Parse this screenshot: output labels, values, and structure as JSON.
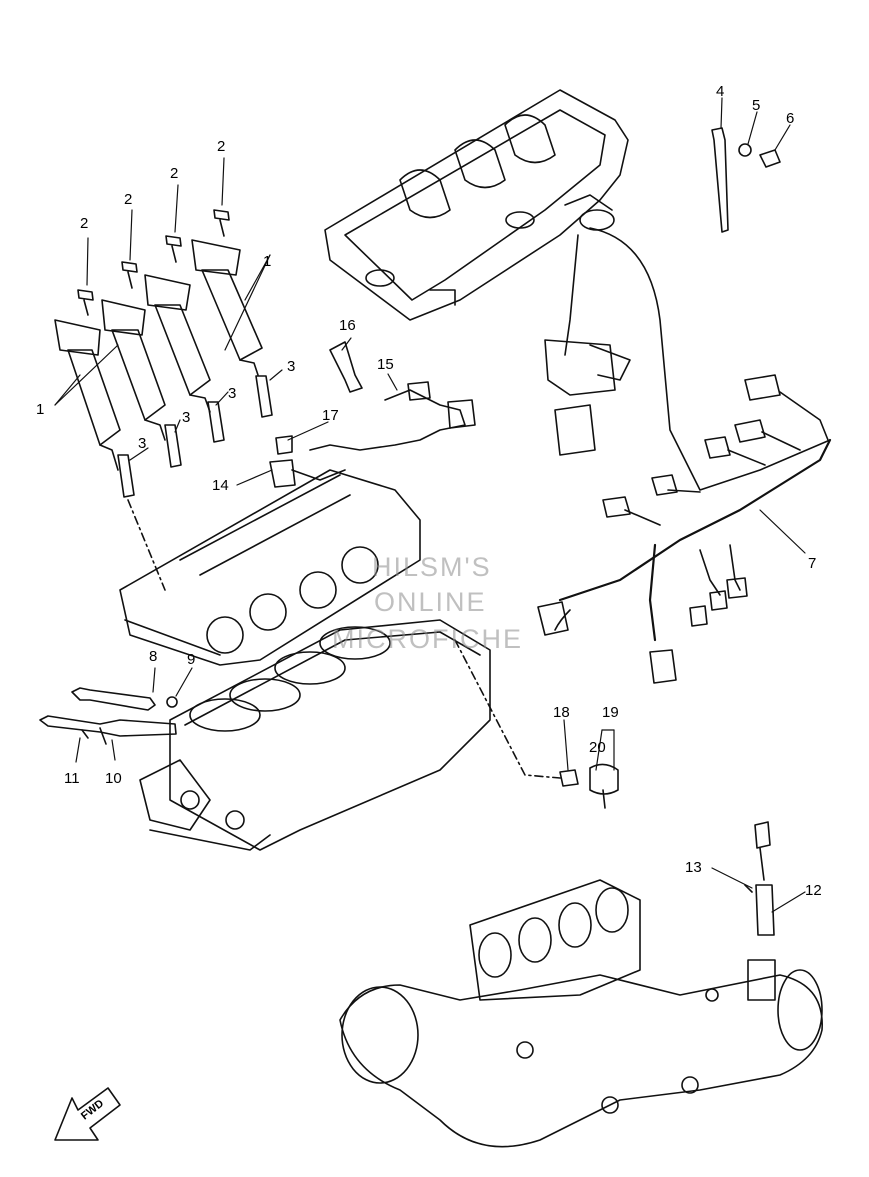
{
  "callouts": [
    {
      "id": "c1a",
      "text": "1"
    },
    {
      "id": "c1b",
      "text": "1"
    },
    {
      "id": "c2a",
      "text": "2"
    },
    {
      "id": "c2b",
      "text": "2"
    },
    {
      "id": "c2c",
      "text": "2"
    },
    {
      "id": "c2d",
      "text": "2"
    },
    {
      "id": "c3a",
      "text": "3"
    },
    {
      "id": "c3b",
      "text": "3"
    },
    {
      "id": "c3c",
      "text": "3"
    },
    {
      "id": "c3d",
      "text": "3"
    },
    {
      "id": "c4",
      "text": "4"
    },
    {
      "id": "c5",
      "text": "5"
    },
    {
      "id": "c6",
      "text": "6"
    },
    {
      "id": "c7",
      "text": "7"
    },
    {
      "id": "c8",
      "text": "8"
    },
    {
      "id": "c9",
      "text": "9"
    },
    {
      "id": "c10",
      "text": "10"
    },
    {
      "id": "c11",
      "text": "11"
    },
    {
      "id": "c12",
      "text": "12"
    },
    {
      "id": "c13",
      "text": "13"
    },
    {
      "id": "c14",
      "text": "14"
    },
    {
      "id": "c15",
      "text": "15"
    },
    {
      "id": "c16",
      "text": "16"
    },
    {
      "id": "c17",
      "text": "17"
    },
    {
      "id": "c18",
      "text": "18"
    },
    {
      "id": "c19",
      "text": "19"
    },
    {
      "id": "c20",
      "text": "20"
    }
  ],
  "watermark": [
    "HILSM'S",
    "ONLINE",
    "MICROFICHE"
  ],
  "fwd_label": "FWD"
}
